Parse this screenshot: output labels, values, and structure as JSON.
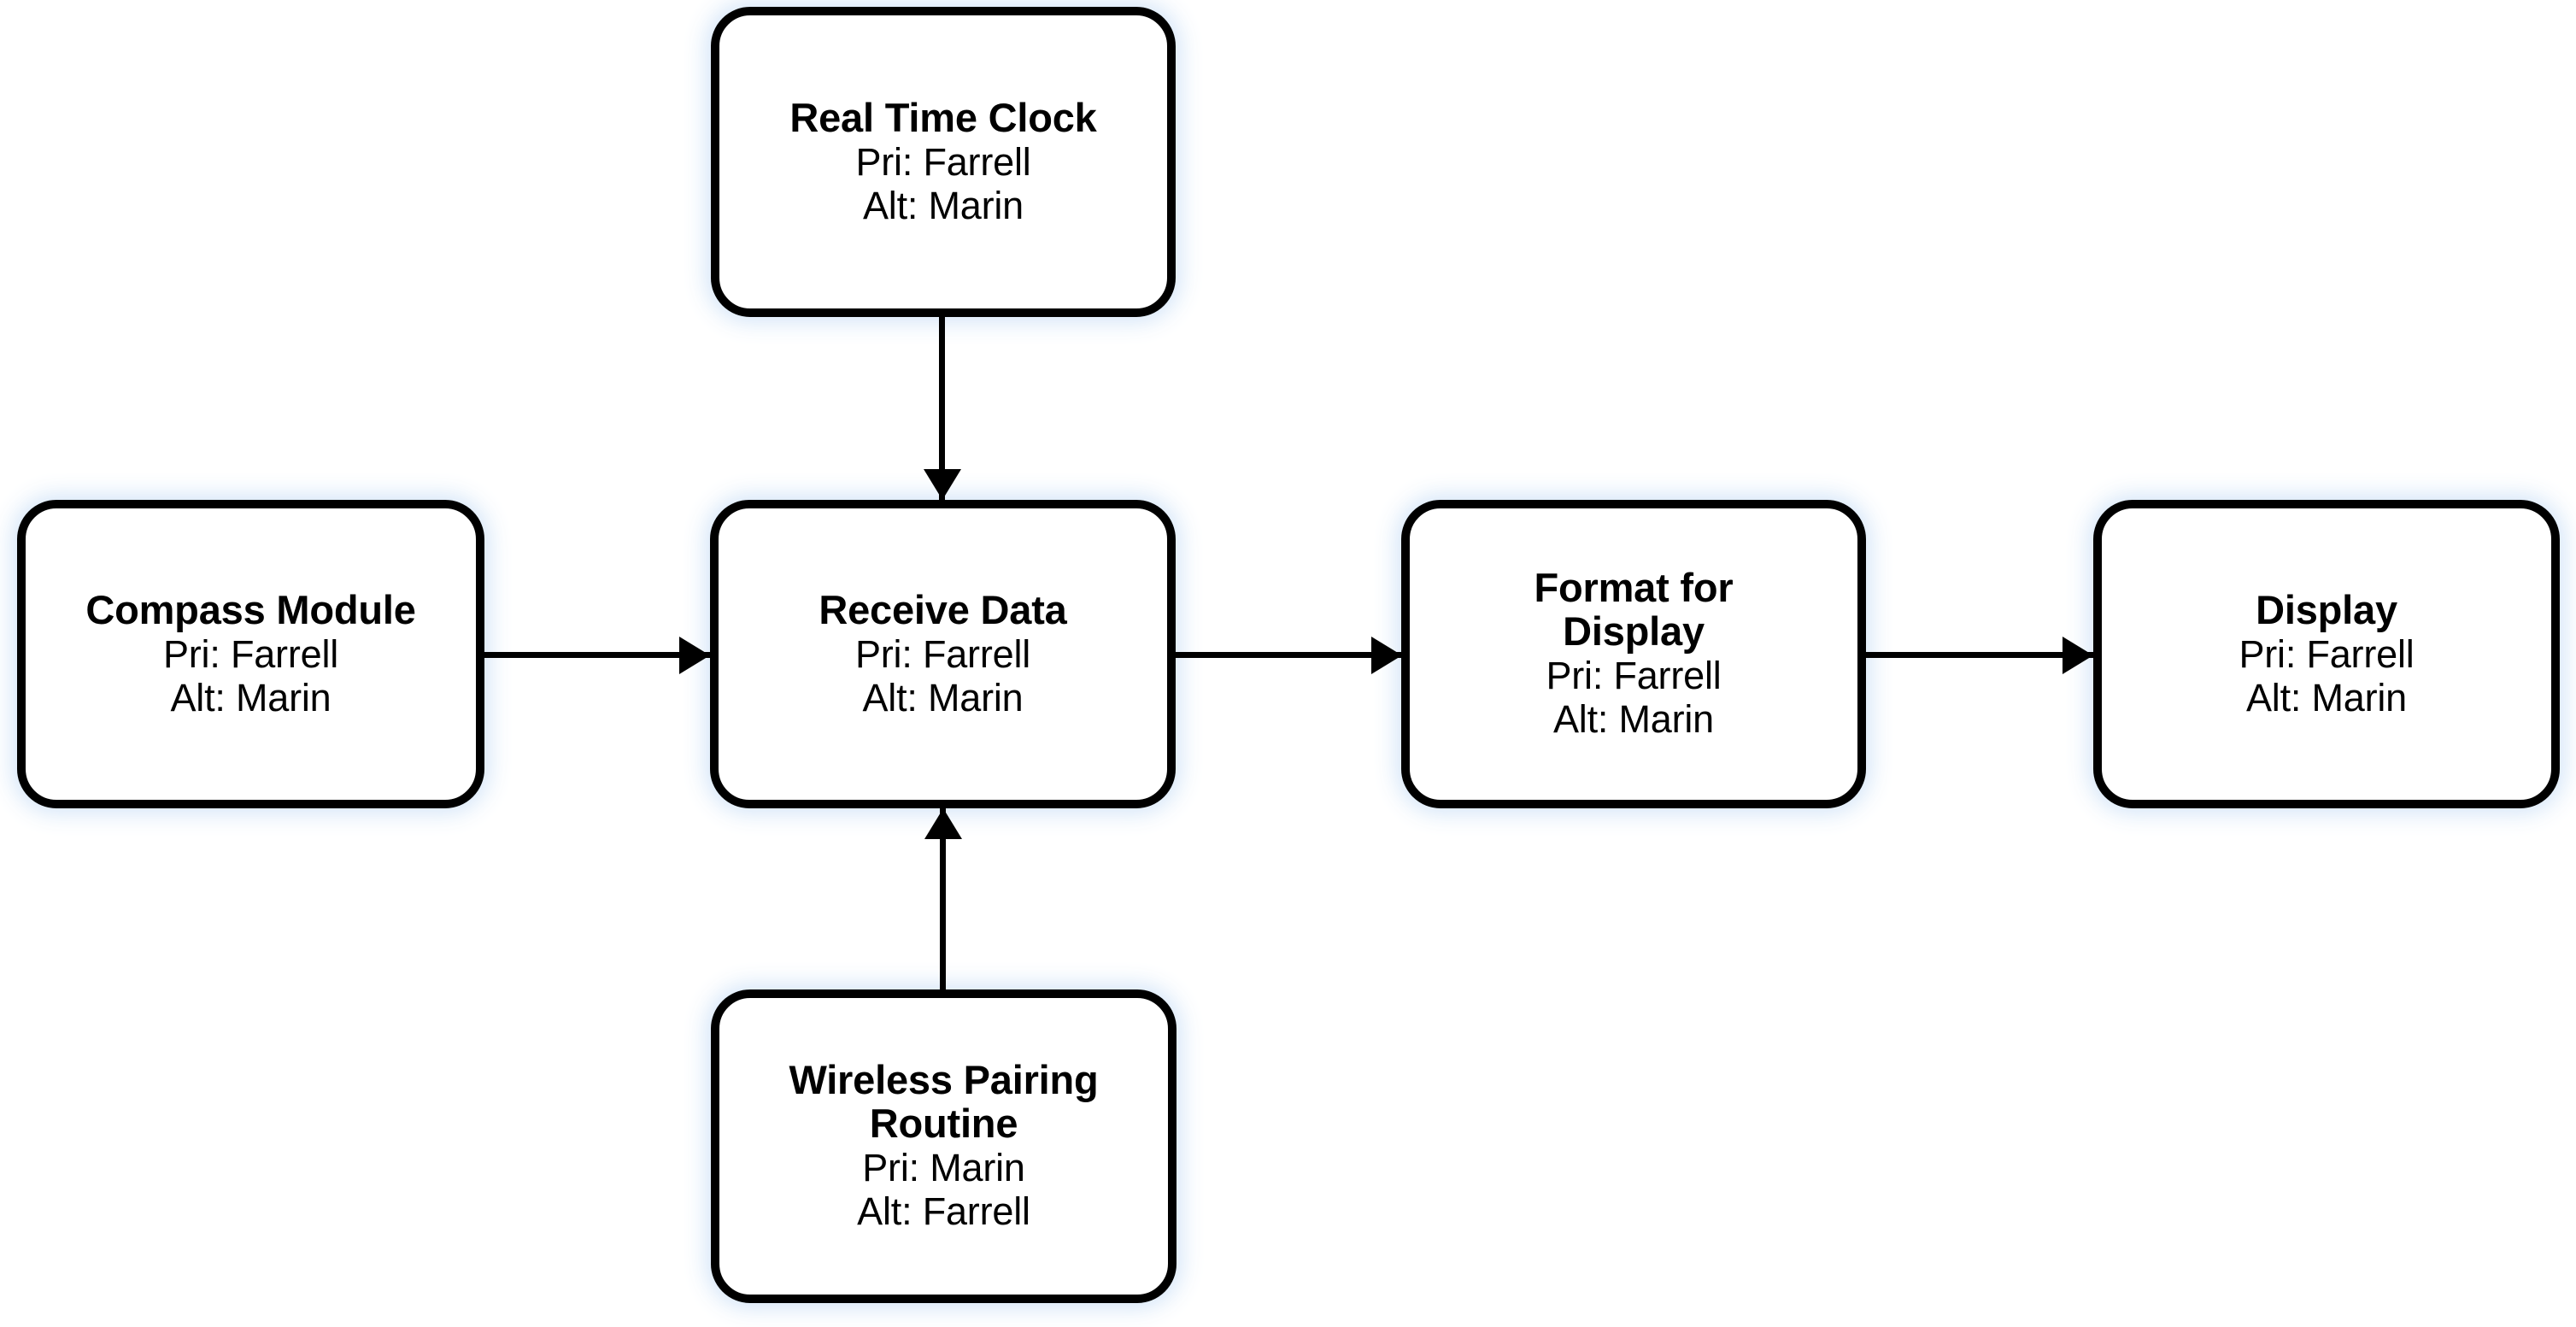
{
  "diagram": {
    "type": "flowchart",
    "nodes": [
      {
        "id": "real-time-clock",
        "title": "Real Time Clock",
        "primary": "Pri: Farrell",
        "alternate": "Alt: Marin"
      },
      {
        "id": "compass-module",
        "title": "Compass Module",
        "primary": "Pri: Farrell",
        "alternate": "Alt: Marin"
      },
      {
        "id": "receive-data",
        "title": "Receive Data",
        "primary": "Pri: Farrell",
        "alternate": "Alt: Marin"
      },
      {
        "id": "format-for-display",
        "title": "Format for Display",
        "primary": "Pri: Farrell",
        "alternate": "Alt: Marin"
      },
      {
        "id": "display",
        "title": "Display",
        "primary": "Pri: Farrell",
        "alternate": "Alt: Marin"
      },
      {
        "id": "wireless-pairing-routine",
        "title": "Wireless Pairing Routine",
        "primary": "Pri: Marin",
        "alternate": "Alt: Farrell"
      }
    ],
    "edges": [
      {
        "id": "compass-to-receive",
        "from": "compass-module",
        "to": "receive-data",
        "direction": "right"
      },
      {
        "id": "receive-to-format",
        "from": "receive-data",
        "to": "format-for-display",
        "direction": "right"
      },
      {
        "id": "format-to-display",
        "from": "format-for-display",
        "to": "display",
        "direction": "right"
      },
      {
        "id": "clock-to-receive",
        "from": "real-time-clock",
        "to": "receive-data",
        "direction": "down"
      },
      {
        "id": "wireless-to-receive",
        "from": "wireless-pairing-routine",
        "to": "receive-data",
        "direction": "up"
      }
    ],
    "colors": {
      "node_border": "#000000",
      "node_fill": "#ffffff",
      "text": "#000000",
      "edge": "#000000",
      "glow": "#d2e4f8",
      "background": "#ffffff"
    }
  }
}
